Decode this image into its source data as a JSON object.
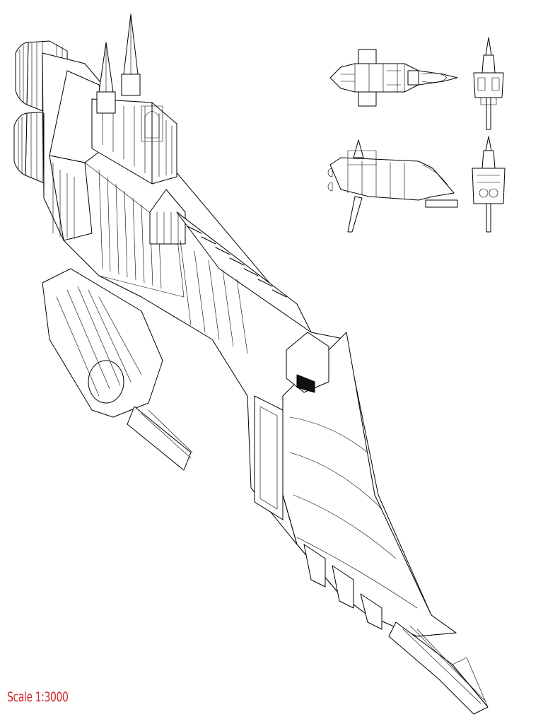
{
  "drawing": {
    "scale_label": "Scale 1:3000",
    "scale_label_color": "#d32626",
    "line_color": "#000000",
    "background_color": "#ffffff"
  },
  "views": [
    {
      "name": "isometric-view"
    },
    {
      "name": "top-view"
    },
    {
      "name": "front-view"
    },
    {
      "name": "side-view"
    },
    {
      "name": "rear-view"
    }
  ]
}
